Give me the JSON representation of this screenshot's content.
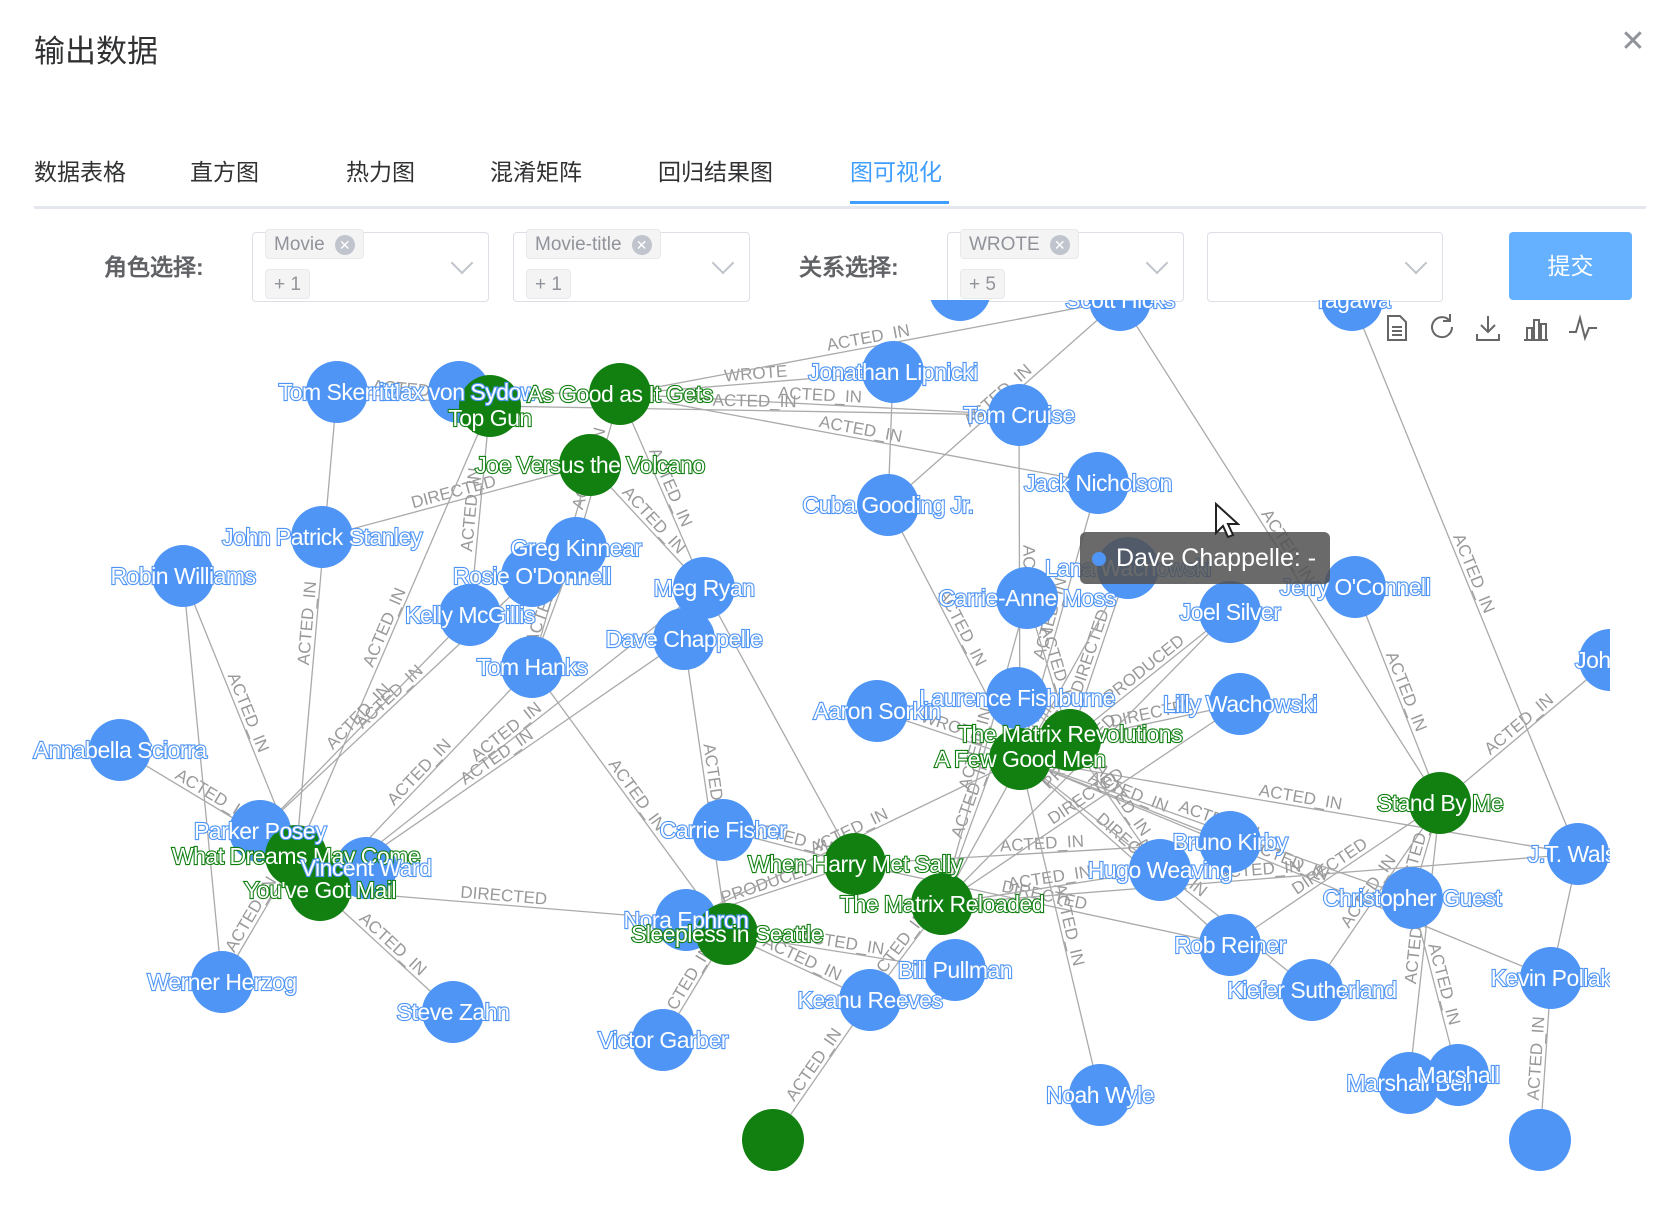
{
  "dialog": {
    "title": "输出数据",
    "close_icon": "close-icon"
  },
  "tabs": [
    {
      "label": "数据表格",
      "active": false
    },
    {
      "label": "直方图",
      "active": false
    },
    {
      "label": "热力图",
      "active": false
    },
    {
      "label": "混淆矩阵",
      "active": false
    },
    {
      "label": "回归结果图",
      "active": false
    },
    {
      "label": "图可视化",
      "active": true
    }
  ],
  "filters": {
    "role_label": "角色选择:",
    "relation_label": "关系选择:",
    "role_select_1": {
      "tag": "Movie",
      "more": "+ 1"
    },
    "role_select_2": {
      "tag": "Movie-title",
      "more": "+ 1"
    },
    "relation_select_1": {
      "tag": "WROTE",
      "more": "+ 5"
    },
    "relation_select_2": {
      "tag": "",
      "more": ""
    },
    "submit_label": "提交"
  },
  "toolbar_icons": [
    "data-view-icon",
    "restore-icon",
    "save-image-icon",
    "bar-chart-icon",
    "line-chart-icon"
  ],
  "tooltip": {
    "text": "Dave Chappelle: -"
  },
  "colors": {
    "person": "#4f95f5",
    "movie": "#118011",
    "accent": "#409eff"
  },
  "graph": {
    "nodes": [
      {
        "id": "scott",
        "label": "Scott Hicks",
        "type": "person"
      },
      {
        "id": "sydow",
        "label": "Max von Sydow",
        "type": "person"
      },
      {
        "id": "tomsk",
        "label": "Tom Skerritt",
        "type": "person"
      },
      {
        "id": "gun",
        "label": "Top Gun",
        "type": "movie"
      },
      {
        "id": "asgood",
        "label": "As Good as It Gets",
        "type": "movie"
      },
      {
        "id": "lipnicki",
        "label": "Jonathan Lipnicki",
        "type": "person"
      },
      {
        "id": "cruise",
        "label": "Tom Cruise",
        "type": "person"
      },
      {
        "id": "joeversus",
        "label": "Joe Versus the Volcano",
        "type": "movie"
      },
      {
        "id": "nicholson",
        "label": "Jack Nicholson",
        "type": "person"
      },
      {
        "id": "cuba",
        "label": "Cuba Gooding Jr.",
        "type": "person"
      },
      {
        "id": "stanley",
        "label": "John Patrick Stanley",
        "type": "person"
      },
      {
        "id": "kinnear",
        "label": "Greg Kinnear",
        "type": "person"
      },
      {
        "id": "robin",
        "label": "Robin Williams",
        "type": "person"
      },
      {
        "id": "rosie",
        "label": "Rosie O'Donnell",
        "type": "person"
      },
      {
        "id": "megryan",
        "label": "Meg Ryan",
        "type": "person"
      },
      {
        "id": "lana",
        "label": "Lana Wachowski",
        "type": "person"
      },
      {
        "id": "carrie",
        "label": "Carrie-Anne Moss",
        "type": "person"
      },
      {
        "id": "jerry",
        "label": "Jerry O'Connell",
        "type": "person"
      },
      {
        "id": "kelly",
        "label": "Kelly McGillis",
        "type": "person"
      },
      {
        "id": "silver",
        "label": "Joel Silver",
        "type": "person"
      },
      {
        "id": "dave",
        "label": "Dave Chappelle",
        "type": "person"
      },
      {
        "id": "tomhanks",
        "label": "Tom Hanks",
        "type": "person"
      },
      {
        "id": "johnc",
        "label": "John C",
        "type": "person"
      },
      {
        "id": "fishburne",
        "label": "Laurence Fishburne",
        "type": "person"
      },
      {
        "id": "lilly",
        "label": "Lilly Wachowski",
        "type": "person"
      },
      {
        "id": "sorkin",
        "label": "Aaron Sorkin",
        "type": "person"
      },
      {
        "id": "annabella",
        "label": "Annabella Sciorra",
        "type": "person"
      },
      {
        "id": "revolutions",
        "label": "The Matrix Revolutions",
        "type": "movie"
      },
      {
        "id": "fewgood",
        "label": "A Few Good Men",
        "type": "movie"
      },
      {
        "id": "standby",
        "label": "Stand By Me",
        "type": "movie"
      },
      {
        "id": "parker",
        "label": "Parker Posey",
        "type": "person"
      },
      {
        "id": "carriefisher",
        "label": "Carrie Fisher",
        "type": "person"
      },
      {
        "id": "kirby",
        "label": "Bruno Kirby",
        "type": "person"
      },
      {
        "id": "jtwalsh",
        "label": "J.T. Walsh",
        "type": "person"
      },
      {
        "id": "dreams",
        "label": "What Dreams May Come",
        "type": "movie"
      },
      {
        "id": "vincent",
        "label": "Vincent Ward",
        "type": "person"
      },
      {
        "id": "harry",
        "label": "When Harry Met Sally",
        "type": "movie"
      },
      {
        "id": "weaving",
        "label": "Hugo Weaving",
        "type": "person"
      },
      {
        "id": "youvegot",
        "label": "You've Got Mail",
        "type": "movie"
      },
      {
        "id": "guest",
        "label": "Christopher Guest",
        "type": "person"
      },
      {
        "id": "reloaded",
        "label": "The Matrix Reloaded",
        "type": "movie"
      },
      {
        "id": "noraphron",
        "label": "Nora Ephron",
        "type": "person"
      },
      {
        "id": "sleepless",
        "label": "Sleepless in Seattle",
        "type": "movie"
      },
      {
        "id": "reiner",
        "label": "Rob Reiner",
        "type": "person"
      },
      {
        "id": "pullman",
        "label": "Bill Pullman",
        "type": "person"
      },
      {
        "id": "sutherland",
        "label": "Kiefer Sutherland",
        "type": "person"
      },
      {
        "id": "pollak",
        "label": "Kevin Pollak",
        "type": "person"
      },
      {
        "id": "herzog",
        "label": "Werner Herzog",
        "type": "person"
      },
      {
        "id": "keanu",
        "label": "Keanu Reeves",
        "type": "person"
      },
      {
        "id": "zahn",
        "label": "Steve Zahn",
        "type": "person"
      },
      {
        "id": "garber",
        "label": "Victor Garber",
        "type": "person"
      },
      {
        "id": "noah",
        "label": "Noah Wyle",
        "type": "person"
      },
      {
        "id": "bell",
        "label": "Marshall Bell",
        "type": "person"
      },
      {
        "id": "marshall",
        "label": "Marshall",
        "type": "person"
      },
      {
        "id": "movie_bottom",
        "label": "",
        "type": "movie"
      },
      {
        "id": "person_bottom",
        "label": "",
        "type": "person"
      },
      {
        "id": "person_top",
        "label": "",
        "type": "person"
      },
      {
        "id": "tagawa",
        "label": "Tagawa",
        "type": "person"
      }
    ],
    "edges": [
      {
        "s": "tomsk",
        "t": "gun",
        "l": "ACTED_IN"
      },
      {
        "s": "sydow",
        "t": "asgood",
        "l": ""
      },
      {
        "s": "asgood",
        "t": "cruise",
        "l": "ACTED_IN"
      },
      {
        "s": "asgood",
        "t": "nicholson",
        "l": "ACTED_IN"
      },
      {
        "s": "gun",
        "t": "cruise",
        "l": "ACTED_IN"
      },
      {
        "s": "asgood",
        "t": "lipnicki",
        "l": "WROTE"
      },
      {
        "s": "asgood",
        "t": "kinnear",
        "l": "ACTED_IN"
      },
      {
        "s": "asgood",
        "t": "megryan",
        "l": "ACTED_IN"
      },
      {
        "s": "joeversus",
        "t": "stanley",
        "l": "DIRECTED"
      },
      {
        "s": "joeversus",
        "t": "megryan",
        "l": "ACTED_IN"
      },
      {
        "s": "joeversus",
        "t": "tomhanks",
        "l": ""
      },
      {
        "s": "asgood",
        "t": "scott",
        "l": "ACTED_IN"
      },
      {
        "s": "gun",
        "t": "kelly",
        "l": "ACTED_IN"
      },
      {
        "s": "gun",
        "t": "sydow",
        "l": ""
      },
      {
        "s": "robin",
        "t": "dreams",
        "l": "ACTED_IN"
      },
      {
        "s": "annabella",
        "t": "dreams",
        "l": "ACTED_IN"
      },
      {
        "s": "dreams",
        "t": "gun",
        "l": "ACTED_IN"
      },
      {
        "s": "youvegot",
        "t": "megryan",
        "l": "ACTED_IN"
      },
      {
        "s": "youvegot",
        "t": "tomhanks",
        "l": "ACTED_IN"
      },
      {
        "s": "youvegot",
        "t": "dave",
        "l": "ACTED_IN"
      },
      {
        "s": "youvegot",
        "t": "parker",
        "l": ""
      },
      {
        "s": "youvegot",
        "t": "noraphron",
        "l": "DIRECTED"
      },
      {
        "s": "youvegot",
        "t": "zahn",
        "l": "ACTED_IN"
      },
      {
        "s": "dreams",
        "t": "herzog",
        "l": "ACTED_IN"
      },
      {
        "s": "harry",
        "t": "carriefisher",
        "l": "ACTED_IN"
      },
      {
        "s": "harry",
        "t": "reiner",
        "l": "DIRECTED"
      },
      {
        "s": "harry",
        "t": "kirby",
        "l": "ACTED_IN"
      },
      {
        "s": "harry",
        "t": "noraphron",
        "l": "PRODUCED"
      },
      {
        "s": "harry",
        "t": "megryan",
        "l": ""
      },
      {
        "s": "sleepless",
        "t": "tomhanks",
        "l": "ACTED_IN"
      },
      {
        "s": "sleepless",
        "t": "garber",
        "l": "ACTED_IN"
      },
      {
        "s": "sleepless",
        "t": "pullman",
        "l": "ACTED_IN"
      },
      {
        "s": "sleepless",
        "t": "noraphron",
        "l": ""
      },
      {
        "s": "sleepless",
        "t": "dave",
        "l": "ACTED_IN"
      },
      {
        "s": "fewgood",
        "t": "cuba",
        "l": "ACTED_IN"
      },
      {
        "s": "fewgood",
        "t": "cruise",
        "l": "ACTED_IN"
      },
      {
        "s": "fewgood",
        "t": "nicholson",
        "l": "ACTED_IN"
      },
      {
        "s": "fewgood",
        "t": "sorkin",
        "l": "WROTE"
      },
      {
        "s": "fewgood",
        "t": "kirby",
        "l": "ACTED_IN"
      },
      {
        "s": "fewgood",
        "t": "pollak",
        "l": "ACTED_IN"
      },
      {
        "s": "fewgood",
        "t": "noah",
        "l": "ACTED_IN"
      },
      {
        "s": "fewgood",
        "t": "jtwalsh",
        "l": "ACTED_IN"
      },
      {
        "s": "fewgood",
        "t": "reiner",
        "l": "DIRECTED"
      },
      {
        "s": "fewgood",
        "t": "sutherland",
        "l": "ACTED_IN"
      },
      {
        "s": "revolutions",
        "t": "lana",
        "l": "DIRECTED"
      },
      {
        "s": "revolutions",
        "t": "lilly",
        "l": "DIRECTED"
      },
      {
        "s": "revolutions",
        "t": "silver",
        "l": "PRODUCED"
      },
      {
        "s": "revolutions",
        "t": "carrie",
        "l": "ACTED_IN"
      },
      {
        "s": "revolutions",
        "t": "weaving",
        "l": "ACTED_IN"
      },
      {
        "s": "revolutions",
        "t": "fishburne",
        "l": "ACTED_IN"
      },
      {
        "s": "reloaded",
        "t": "keanu",
        "l": "ACTED_IN"
      },
      {
        "s": "reloaded",
        "t": "weaving",
        "l": "ACTED_IN"
      },
      {
        "s": "reloaded",
        "t": "fishburne",
        "l": "ACTED_IN"
      },
      {
        "s": "reloaded",
        "t": "carrie",
        "l": "ACTED_IN"
      },
      {
        "s": "reloaded",
        "t": "lana",
        "l": "DIRECTED"
      },
      {
        "s": "reloaded",
        "t": "lilly",
        "l": "DIRECTED"
      },
      {
        "s": "reloaded",
        "t": "silver",
        "l": "PRODUCED"
      },
      {
        "s": "standby",
        "t": "jerry",
        "l": "ACTED_IN"
      },
      {
        "s": "standby",
        "t": "reiner",
        "l": "DIRECTED"
      },
      {
        "s": "standby",
        "t": "sutherland",
        "l": "ACTED_IN"
      },
      {
        "s": "standby",
        "t": "bell",
        "l": "ACTED_IN"
      },
      {
        "s": "standby",
        "t": "johnc",
        "l": "ACTED_IN"
      },
      {
        "s": "standby",
        "t": "scott",
        "l": "ACTED_IN"
      },
      {
        "s": "standby",
        "t": "guest",
        "l": "ACTED_IN"
      },
      {
        "s": "guest",
        "t": "marshall",
        "l": "ACTED_IN"
      },
      {
        "s": "guest",
        "t": "fewgood",
        "l": "ACTED_IN"
      },
      {
        "s": "cuba",
        "t": "lipnicki",
        "l": ""
      },
      {
        "s": "cuba",
        "t": "scott",
        "l": "ACTED_IN"
      },
      {
        "s": "movie_bottom",
        "t": "keanu",
        "l": "ACTED_IN"
      },
      {
        "s": "person_bottom",
        "t": "pollak",
        "l": "ACTED_IN"
      },
      {
        "s": "person_top",
        "t": "scott",
        "l": ""
      },
      {
        "s": "tagawa",
        "t": "jtwalsh",
        "l": "ACTED_IN"
      },
      {
        "s": "fewgood",
        "t": "noraphron",
        "l": "ACTED_IN"
      },
      {
        "s": "kinnear",
        "t": "tomhanks",
        "l": "ACTED_IN"
      },
      {
        "s": "rosie",
        "t": "parker",
        "l": "ACTED_IN"
      },
      {
        "s": "robin",
        "t": "herzog",
        "l": ""
      },
      {
        "s": "tomsk",
        "t": "dreams",
        "l": "ACTED_IN"
      },
      {
        "s": "kelly",
        "t": "parker",
        "l": "ACTED_IN"
      },
      {
        "s": "reloaded",
        "t": "jtwalsh",
        "l": "ACTED_IN"
      },
      {
        "s": "sleepless",
        "t": "keanu",
        "l": "ACTED_IN"
      },
      {
        "s": "pollak",
        "t": "jtwalsh",
        "l": ""
      }
    ]
  }
}
